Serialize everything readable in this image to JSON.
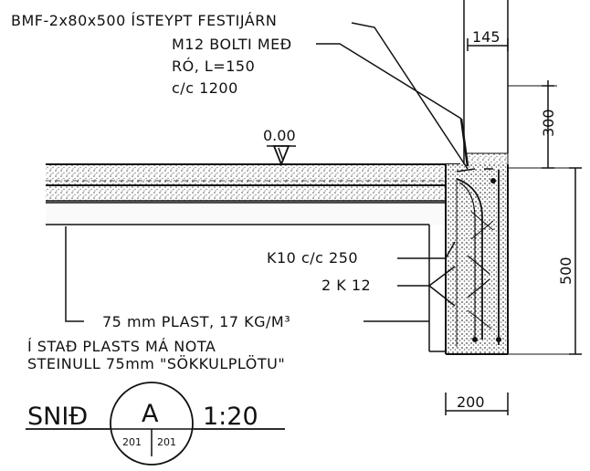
{
  "drawing": {
    "level": "0.00",
    "dim_145": "145",
    "dim_300": "300",
    "dim_500": "500",
    "dim_200": "200"
  },
  "notes": {
    "bmf": "BMF-2x80x500 ÍSTEYPT FESTIJÁRN",
    "bolt_1": "M12 BOLTI MEÐ",
    "bolt_2": "RÓ, L=150",
    "bolt_3": "c/c 1200",
    "k10": "K10 c/c 250",
    "k12": "2 K 12",
    "plast": "75 mm PLAST, 17 KG/M³",
    "alt_1": "Í STAÐ PLASTS MÁ NOTA",
    "alt_2": "STEINULL 75mm \"SÖKKULPLÖTU\""
  },
  "title": {
    "label": "SNIÐ",
    "letter": "A",
    "sheet_left": "201",
    "sheet_right": "201",
    "scale": "1:20"
  }
}
